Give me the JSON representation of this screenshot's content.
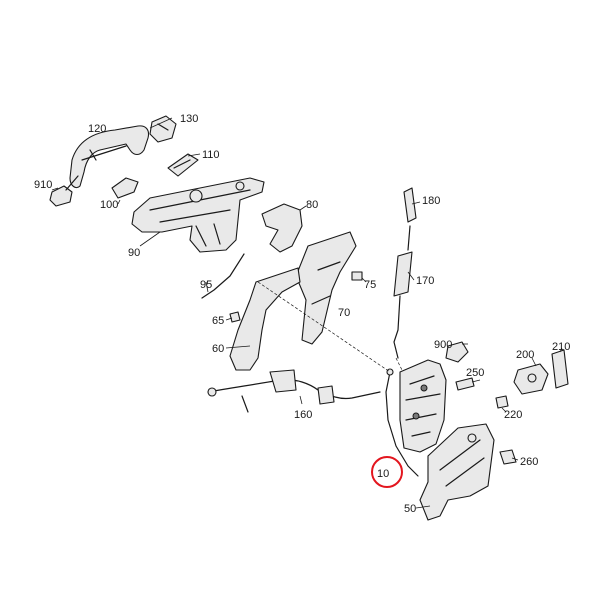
{
  "diagram": {
    "highlight_color": "#e3161f",
    "line_color": "#1a1a1a",
    "highlighted_label": "10",
    "labels": [
      {
        "id": "120",
        "text": "120"
      },
      {
        "id": "130",
        "text": "130"
      },
      {
        "id": "110",
        "text": "110"
      },
      {
        "id": "910",
        "text": "910"
      },
      {
        "id": "100",
        "text": "100"
      },
      {
        "id": "90",
        "text": "90"
      },
      {
        "id": "80",
        "text": "80"
      },
      {
        "id": "180",
        "text": "180"
      },
      {
        "id": "170",
        "text": "170"
      },
      {
        "id": "95",
        "text": "95"
      },
      {
        "id": "75",
        "text": "75"
      },
      {
        "id": "70",
        "text": "70"
      },
      {
        "id": "65",
        "text": "65"
      },
      {
        "id": "60",
        "text": "60"
      },
      {
        "id": "900",
        "text": "900"
      },
      {
        "id": "210",
        "text": "210"
      },
      {
        "id": "200",
        "text": "200"
      },
      {
        "id": "250",
        "text": "250"
      },
      {
        "id": "220",
        "text": "220"
      },
      {
        "id": "160",
        "text": "160"
      },
      {
        "id": "260",
        "text": "260"
      },
      {
        "id": "10",
        "text": "10"
      },
      {
        "id": "50",
        "text": "50"
      }
    ]
  }
}
